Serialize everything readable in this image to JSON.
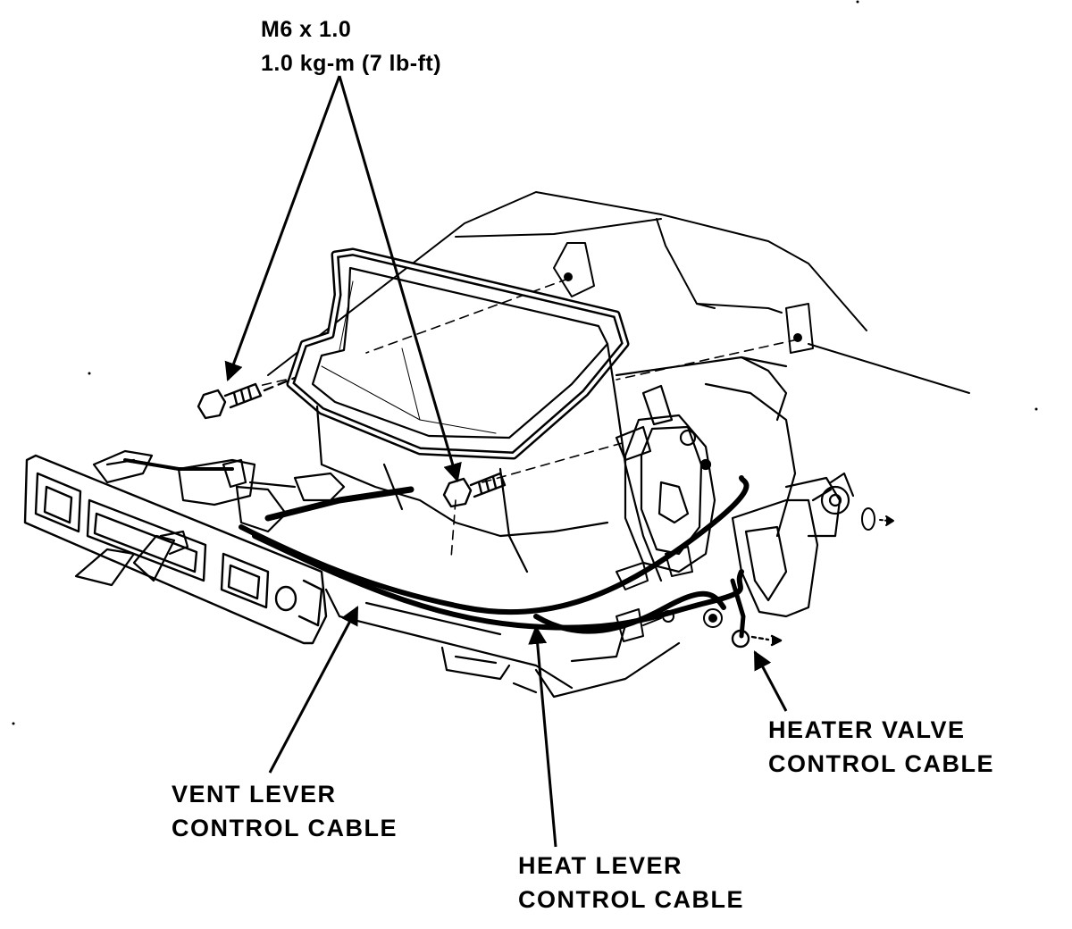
{
  "spec": {
    "thread": "M6 x 1.0",
    "torque": "1.0 kg-m (7 lb-ft)"
  },
  "callouts": {
    "vent": {
      "line1": "VENT LEVER",
      "line2": "CONTROL CABLE"
    },
    "heat": {
      "line1": "HEAT LEVER",
      "line2": "CONTROL CABLE"
    },
    "valve": {
      "line1": "HEATER VALVE",
      "line2": "CONTROL CABLE"
    }
  },
  "colors": {
    "ink": "#000000",
    "paper": "#ffffff"
  }
}
